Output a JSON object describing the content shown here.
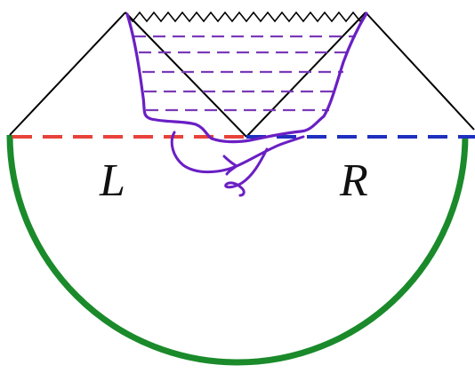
{
  "labels": {
    "left": "L",
    "right": "R"
  },
  "colors": {
    "outline": "#000000",
    "left_slice": "#e8423a",
    "right_slice": "#1f2fc0",
    "euclidean_boundary": "#1a8a2a",
    "entanglement_wedge": "#6a1fc4",
    "wedge_hatching": "#7a3ab8"
  },
  "elements": {
    "singularity": "zigzag",
    "left_slice_style": "dashed",
    "right_slice_style": "dashed",
    "euclidean_boundary_shape": "semicircle",
    "wedge_hatching_style": "dashed"
  }
}
